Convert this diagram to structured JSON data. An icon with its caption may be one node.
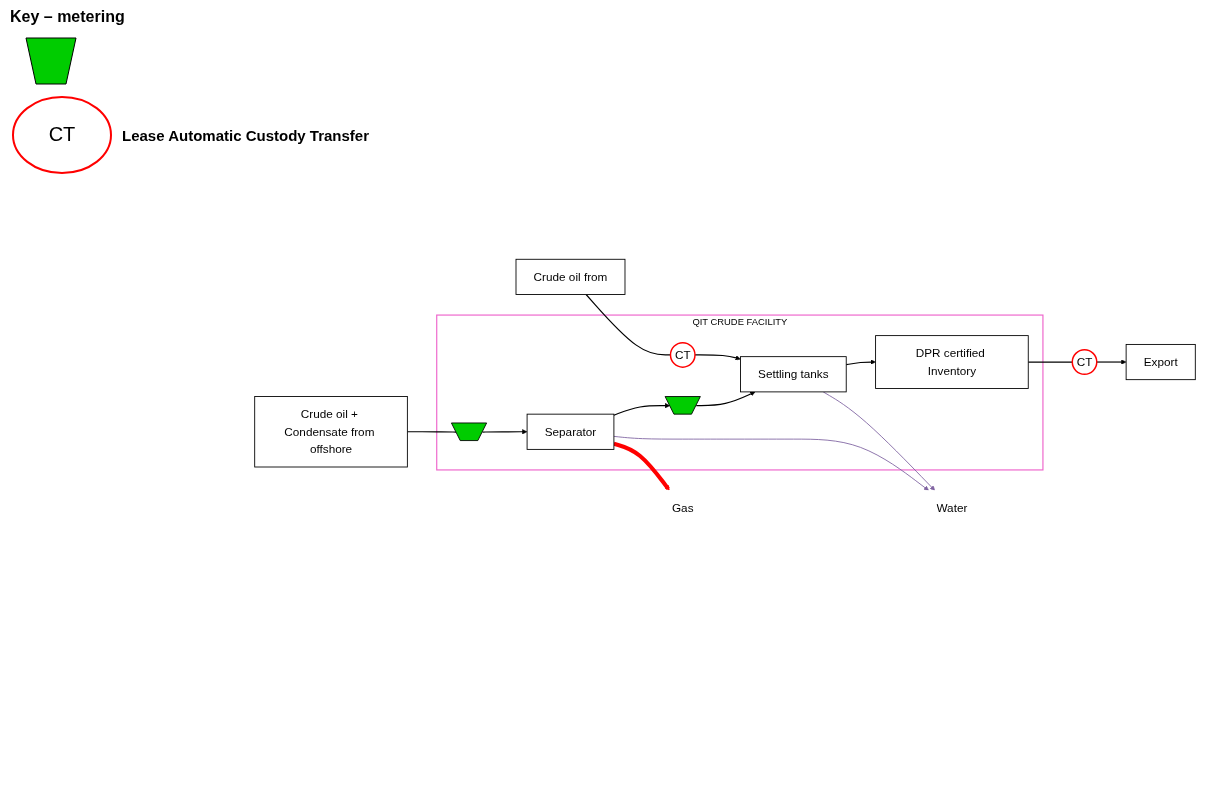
{
  "diagram": {
    "nodes": [
      {
        "text": [
          "QIT CRUDE FACILITY"
        ]
      },
      {
        "text": [
          "Crude oil + Condensate from offshore"
        ]
      },
      {
        "text": [],
        "shape": "trapezoid",
        "in": 0
      },
      {
        "text": [
          "Separator"
        ],
        "in": 0
      },
      {
        "text": [
          "Gas"
        ]
      },
      {
        "text": [],
        "shape": "trapezoid",
        "in": 0
      },
      {
        "text": [
          "Settling tanks"
        ],
        "in": 0
      },
      {
        "text": [
          "DPR certified Inventory"
        ],
        "in": 0
      },
      {
        "text": [
          "CT"
        ]
      },
      {
        "text": [
          "Export"
        ]
      },
      {
        "text": [
          "Crude oil from"
        ]
      },
      {
        "text": [
          "CT"
        ],
        "in": 0
      },
      {
        "text": [
          "Water"
        ]
      }
    ],
    "edges": [
      {
        "from": 1,
        "to": 2,
        "arrow": "none"
      },
      {
        "from": 2,
        "to": 3,
        "arrow": "to"
      },
      {
        "from": 3,
        "to": 4,
        "arrow": "to",
        "style": "thick",
        "color": "#ff0000"
      },
      {
        "from": 3,
        "to": 5,
        "arrow": "to"
      },
      {
        "from": 5,
        "to": 6,
        "arrow": "to"
      },
      {
        "from": 6,
        "to": 7,
        "arrow": "to"
      },
      {
        "from": 7,
        "to": 8,
        "arrow": "none"
      },
      {
        "from": 8,
        "to": 9,
        "arrow": "to"
      },
      {
        "from": 10,
        "to": 11,
        "arrow": "none"
      },
      {
        "from": 11,
        "to": 6,
        "arrow": "to"
      },
      {
        "from": 3,
        "to": 12,
        "arrow": "to",
        "color": "#8064a2"
      },
      {
        "from": 6,
        "to": 12,
        "arrow": "to",
        "color": "#8064a2"
      }
    ],
    "labels": [
      "CT"
    ],
    "legend": [
      {
        "text": "Key – metering"
      },
      {
        "text": "Lease Automatic Custody Transfer"
      }
    ]
  }
}
